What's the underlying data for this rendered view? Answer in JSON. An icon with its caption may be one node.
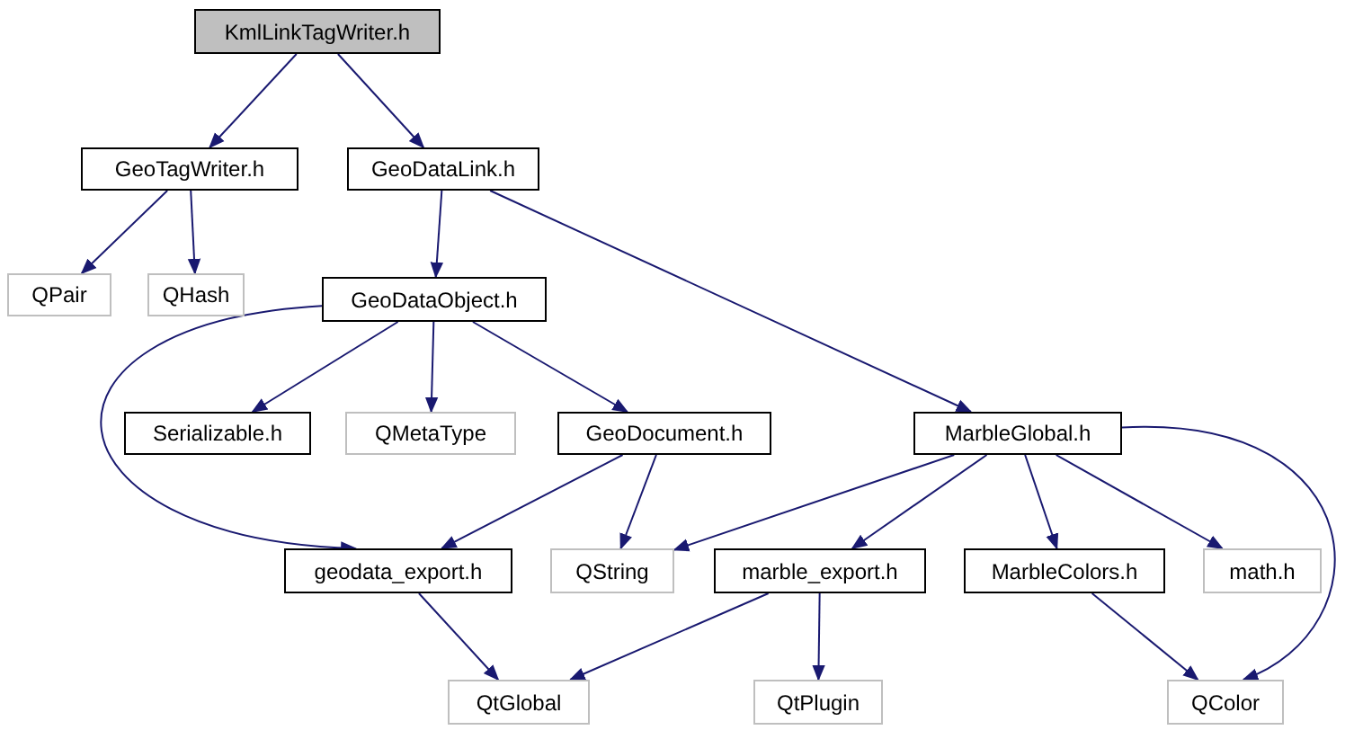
{
  "diagram": {
    "nodes": [
      {
        "text": [
          "KmlLinkTagWriter.h"
        ]
      },
      {
        "text": [
          "GeoTagWriter.h"
        ]
      },
      {
        "text": [
          "GeoDataLink.h"
        ]
      },
      {
        "text": [
          "QPair"
        ]
      },
      {
        "text": [
          "QHash"
        ]
      },
      {
        "text": [
          "GeoDataObject.h"
        ]
      },
      {
        "text": [
          "Serializable.h"
        ]
      },
      {
        "text": [
          "QMetaType"
        ]
      },
      {
        "text": [
          "GeoDocument.h"
        ]
      },
      {
        "text": [
          "MarbleGlobal.h"
        ]
      },
      {
        "text": [
          "geodata_export.h"
        ]
      },
      {
        "text": [
          "QString"
        ]
      },
      {
        "text": [
          "marble_export.h"
        ]
      },
      {
        "text": [
          "MarbleColors.h"
        ]
      },
      {
        "text": [
          "math.h"
        ]
      },
      {
        "text": [
          "QtGlobal"
        ]
      },
      {
        "text": [
          "QtPlugin"
        ]
      },
      {
        "text": [
          "QColor"
        ]
      }
    ],
    "edges": [
      {
        "from": 0,
        "to": 1,
        "arrow": "to"
      },
      {
        "from": 0,
        "to": 2,
        "arrow": "to"
      },
      {
        "from": 1,
        "to": 3,
        "arrow": "to"
      },
      {
        "from": 1,
        "to": 4,
        "arrow": "to"
      },
      {
        "from": 2,
        "to": 5,
        "arrow": "to"
      },
      {
        "from": 2,
        "to": 9,
        "arrow": "to"
      },
      {
        "from": 5,
        "to": 6,
        "arrow": "to"
      },
      {
        "from": 5,
        "to": 7,
        "arrow": "to"
      },
      {
        "from": 5,
        "to": 8,
        "arrow": "to"
      },
      {
        "from": 5,
        "to": 10,
        "arrow": "to"
      },
      {
        "from": 8,
        "to": 10,
        "arrow": "to"
      },
      {
        "from": 8,
        "to": 11,
        "arrow": "to"
      },
      {
        "from": 9,
        "to": 11,
        "arrow": "to"
      },
      {
        "from": 9,
        "to": 12,
        "arrow": "to"
      },
      {
        "from": 9,
        "to": 13,
        "arrow": "to"
      },
      {
        "from": 9,
        "to": 14,
        "arrow": "to"
      },
      {
        "from": 9,
        "to": 17,
        "arrow": "to"
      },
      {
        "from": 10,
        "to": 15,
        "arrow": "to"
      },
      {
        "from": 12,
        "to": 15,
        "arrow": "to"
      },
      {
        "from": 12,
        "to": 16,
        "arrow": "to"
      },
      {
        "from": 13,
        "to": 17,
        "arrow": "to"
      }
    ]
  }
}
